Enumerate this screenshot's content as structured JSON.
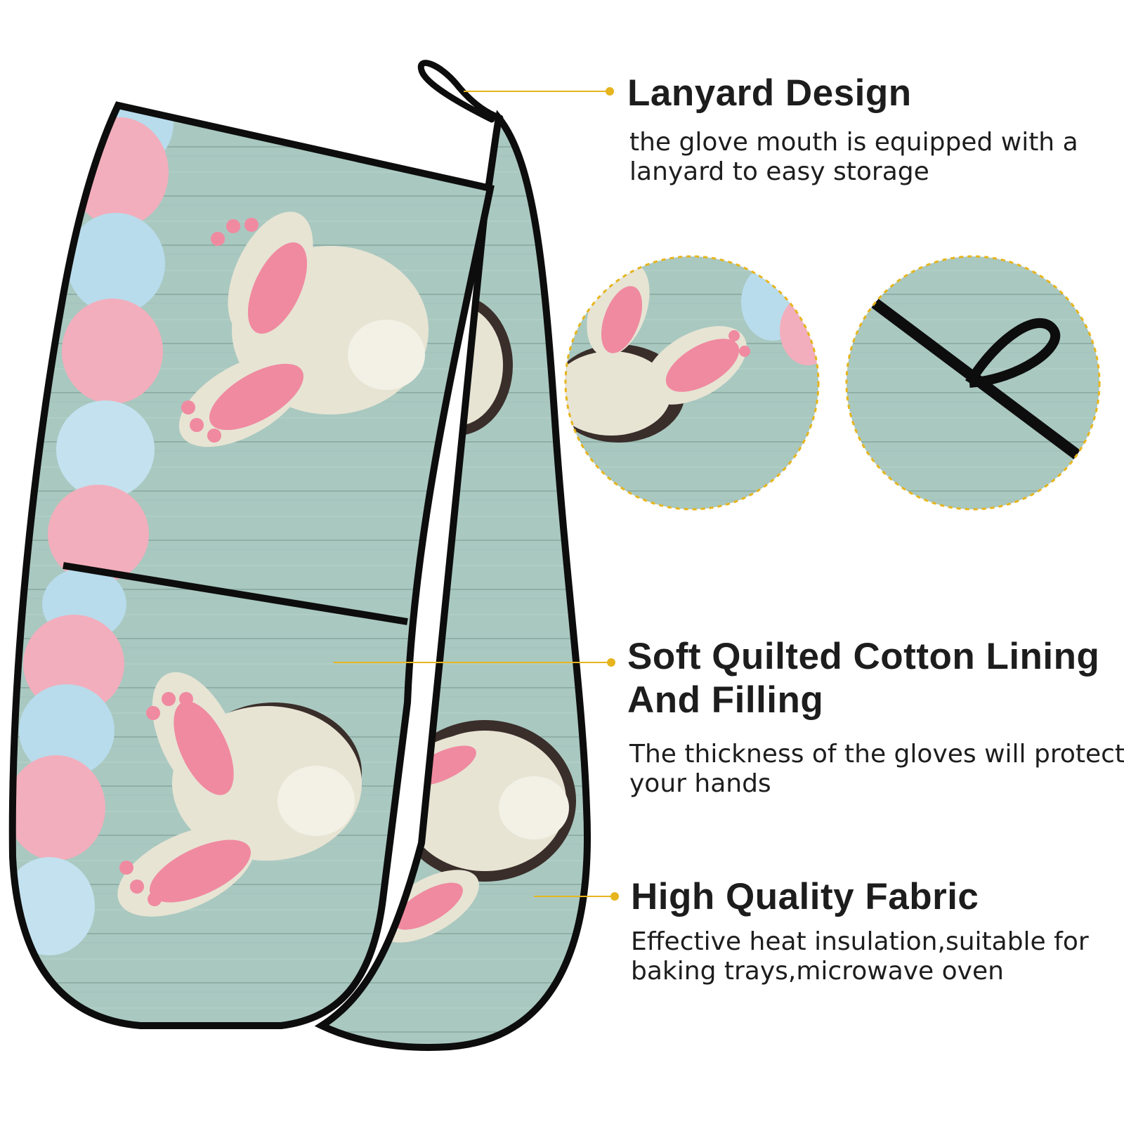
{
  "product": {
    "image_subject": "double oven mitt with bunny print",
    "colors": {
      "fabric": "#a9c8c0",
      "trim": "#0d0d0d",
      "callout_line": "#e6b51e",
      "egg_pink": "#f2aebc",
      "egg_blue": "#b8dcec",
      "bunny_body": "#e7e4d4",
      "bunny_pad": "#f08aa0",
      "hole": "#3a2e2a"
    }
  },
  "features": [
    {
      "title": "Lanyard Design",
      "description": "the glove mouth is equipped with a lanyard to easy storage"
    },
    {
      "title": "Soft Quilted Cotton Lining And Filling",
      "description": "The thickness of the gloves will protect your hands"
    },
    {
      "title": "High Quality Fabric",
      "description": "Effective heat insulation,suitable for baking trays,microwave oven"
    }
  ],
  "detail_views": [
    {
      "icon": "bunny-feet-closeup"
    },
    {
      "icon": "lanyard-loop-closeup"
    }
  ]
}
